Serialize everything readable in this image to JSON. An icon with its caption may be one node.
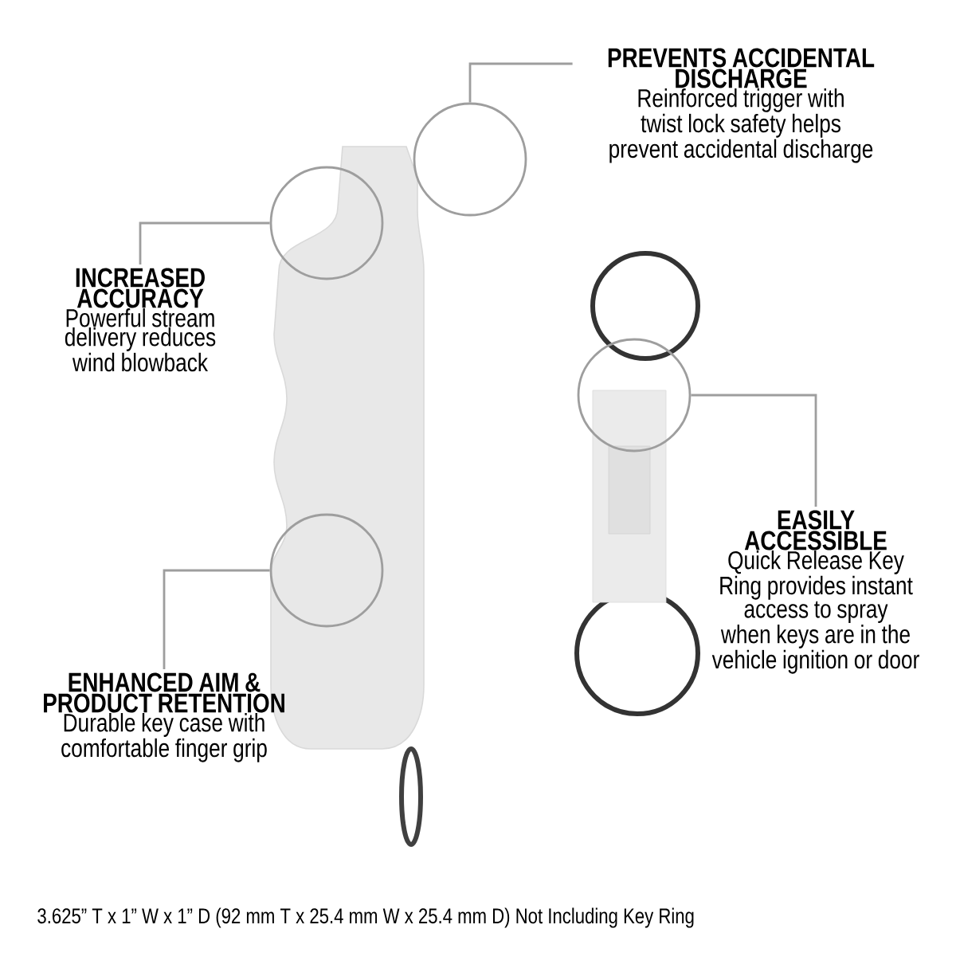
{
  "diagram": {
    "nodes": [
      {
        "text": [
          "PREVENTS ACCIDENTAL DISCHARGE",
          "Reinforced trigger with twist lock safety helps prevent accidental discharge"
        ]
      },
      {
        "text": [],
        "shape": "circle"
      },
      {
        "text": [
          "INCREASED ACCURACY",
          "Powerful stream delivery reduces wind blowback"
        ]
      },
      {
        "text": [],
        "shape": "circle"
      },
      {
        "text": [
          "EASILY ACCESSIBLE",
          "Quick Release Key Ring provides instant access to spray when keys are in the vehicle ignition or door"
        ]
      },
      {
        "text": [],
        "shape": "circle"
      },
      {
        "text": [
          "ENHANCED AIM & PRODUCT RETENTION",
          "Durable key case with comfortable finger grip"
        ]
      },
      {
        "text": [],
        "shape": "circle"
      }
    ],
    "edges": [
      {
        "from": 0,
        "to": 1,
        "arrow": "none"
      },
      {
        "from": 2,
        "to": 3,
        "arrow": "none"
      },
      {
        "from": 4,
        "to": 5,
        "arrow": "none"
      },
      {
        "from": 6,
        "to": 7,
        "arrow": "none"
      }
    ],
    "labels": [
      "3.625” T x 1” W x 1” D (92 mm T x 25.4 mm W x 25.4 mm D) Not Including Key Ring"
    ]
  }
}
